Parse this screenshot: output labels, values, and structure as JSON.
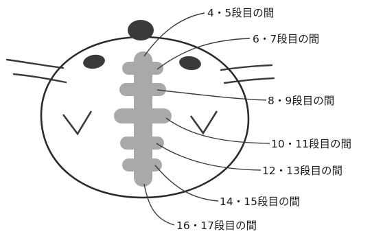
{
  "diagram": {
    "labels": [
      "4・5段目の間",
      "6・7段目の間",
      "8・9段目の間",
      "10・11段目の間",
      "12・13段目の間",
      "14・15段目の間",
      "16・17段目の間"
    ]
  },
  "colors": {
    "spine": "#a9a9a9",
    "outline": "#2b2b2b",
    "dark_parts": "#3a3a3a",
    "leader_line": "#3a3a3a",
    "background": "#ffffff"
  }
}
